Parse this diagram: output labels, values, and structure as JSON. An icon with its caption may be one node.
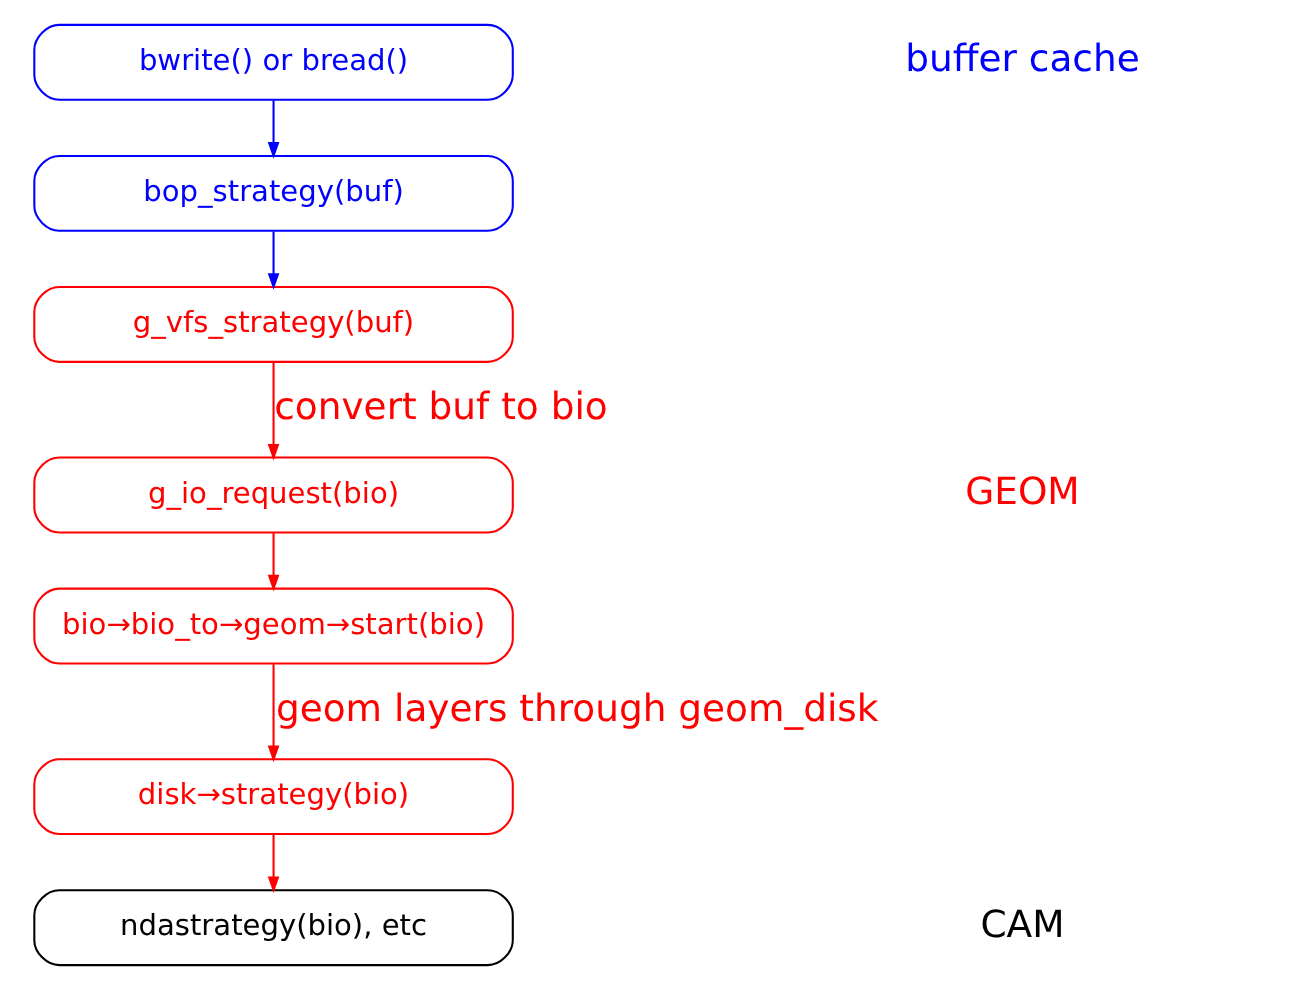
{
  "diagram": {
    "nodes": [
      {
        "text": [
          "bwrite() or bread()"
        ]
      },
      {
        "text": [
          "bop_strategy(buf)"
        ]
      },
      {
        "text": [
          "g_vfs_strategy(buf)"
        ]
      },
      {
        "text": [
          "g_io_request(bio)"
        ]
      },
      {
        "text": [
          "bio→bio_to→geom→start(bio)"
        ]
      },
      {
        "text": [
          "disk→strategy(bio)"
        ]
      },
      {
        "text": [
          "ndastrategy(bio), etc"
        ]
      }
    ],
    "edges": [
      {
        "from": 0,
        "to": 1,
        "arrow": "to",
        "color": "#0000ff"
      },
      {
        "from": 1,
        "to": 2,
        "arrow": "to",
        "color": "#0000ff"
      },
      {
        "from": 2,
        "to": 3,
        "arrow": "to",
        "label": "convert buf to bio"
      },
      {
        "from": 3,
        "to": 4,
        "arrow": "to"
      },
      {
        "from": 4,
        "to": 5,
        "arrow": "to",
        "label": "geom layers through geom_disk"
      },
      {
        "from": 5,
        "to": 6,
        "arrow": "to"
      }
    ],
    "labels": [
      "buffer cache",
      "GEOM",
      "CAM"
    ]
  }
}
